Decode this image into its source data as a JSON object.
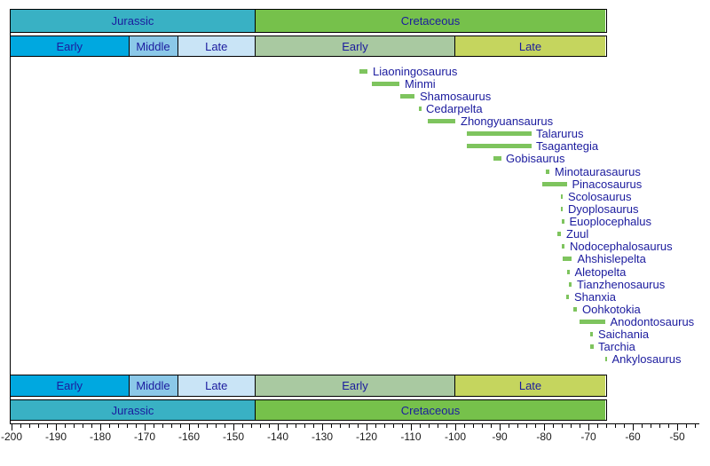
{
  "chart_data": {
    "type": "bar",
    "variant": "temporal-range-timeline",
    "subject": "Ankylosaur genera geologic time ranges",
    "unit": "millions of years ago",
    "x_axis": {
      "min": -200,
      "max": -45,
      "major_tick_step": 10,
      "minor_tick_step": 2,
      "tick_labels": [
        "-200",
        "-190",
        "-180",
        "-170",
        "-160",
        "-150",
        "-140",
        "-130",
        "-120",
        "-110",
        "-100",
        "-90",
        "-80",
        "-70",
        "-60",
        "-50"
      ]
    },
    "period_segments": [
      {
        "label": "Jurassic",
        "start": -200,
        "end": -145,
        "color": "#39b1c4"
      },
      {
        "label": "Cretaceous",
        "start": -145,
        "end": -66,
        "color": "#76c14b"
      }
    ],
    "epoch_segments": [
      {
        "label": "Early",
        "start": -200,
        "end": -173.5,
        "color": "#00a8e0"
      },
      {
        "label": "Middle",
        "start": -173.5,
        "end": -162.5,
        "color": "#8bc8e8"
      },
      {
        "label": "Late",
        "start": -162.5,
        "end": -145,
        "color": "#c9e4f6"
      },
      {
        "label": "Early",
        "start": -145,
        "end": -100,
        "color": "#a9c9a1"
      },
      {
        "label": "Late",
        "start": -100,
        "end": -66,
        "color": "#c5d55e"
      }
    ],
    "taxa": [
      {
        "name": "Liaoningosaurus",
        "start": -121.6,
        "end": -119.8
      },
      {
        "name": "Minmi",
        "start": -118.8,
        "end": -112.6
      },
      {
        "name": "Shamosaurus",
        "start": -112.4,
        "end": -109.2
      },
      {
        "name": "Cedarpelta",
        "start": -108.3,
        "end": -107.8
      },
      {
        "name": "Zhongyuansaurus",
        "start": -106.2,
        "end": -100.0
      },
      {
        "name": "Talarurus",
        "start": -97.5,
        "end": -83.0
      },
      {
        "name": "Tsagantegia",
        "start": -97.5,
        "end": -83.0
      },
      {
        "name": "Gobisaurus",
        "start": -91.5,
        "end": -89.8
      },
      {
        "name": "Minotaurasaurus",
        "start": -79.6,
        "end": -78.8
      },
      {
        "name": "Pinacosaurus",
        "start": -80.4,
        "end": -74.9
      },
      {
        "name": "Scolosaurus",
        "start": -76.2,
        "end": -75.8
      },
      {
        "name": "Dyoplosaurus",
        "start": -76.2,
        "end": -75.8
      },
      {
        "name": "Euoplocephalus",
        "start": -76.1,
        "end": -75.5
      },
      {
        "name": "Zuul",
        "start": -77.0,
        "end": -76.2
      },
      {
        "name": "Nodocephalosaurus",
        "start": -76.0,
        "end": -75.4
      },
      {
        "name": "Ahshislepelta",
        "start": -75.8,
        "end": -73.7
      },
      {
        "name": "Aletopelta",
        "start": -74.9,
        "end": -74.3
      },
      {
        "name": "Tianzhenosaurus",
        "start": -74.4,
        "end": -73.8
      },
      {
        "name": "Shanxia",
        "start": -75.0,
        "end": -74.4
      },
      {
        "name": "Oohkotokia",
        "start": -73.4,
        "end": -72.6
      },
      {
        "name": "Anodontosaurus",
        "start": -72.0,
        "end": -66.3
      },
      {
        "name": "Saichania",
        "start": -69.6,
        "end": -69.0
      },
      {
        "name": "Tarchia",
        "start": -69.7,
        "end": -69.0
      },
      {
        "name": "Ankylosaurus",
        "start": -66.3,
        "end": -65.9
      }
    ],
    "colors": {
      "taxon_bar": "#7ec45e",
      "label_text": "#1b1b9e",
      "axis_text": "#1b1b1b"
    },
    "legend_position": "none",
    "grid": false
  }
}
